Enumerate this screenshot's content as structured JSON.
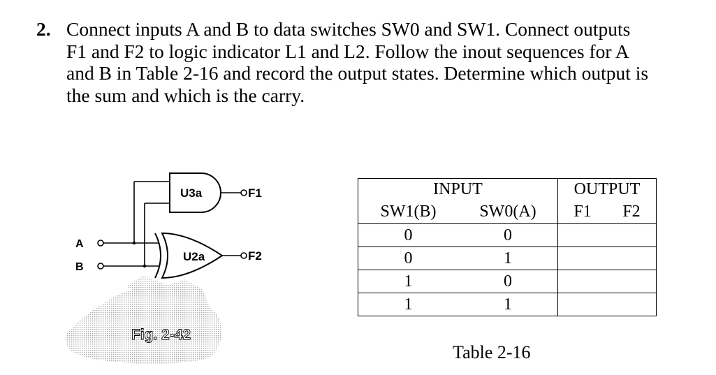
{
  "problem": {
    "number": "2.",
    "lines": [
      "Connect inputs A and B to data switches SW0 and SW1. Connect outputs",
      "F1 and F2 to logic indicator L1 and L2. Follow the inout sequences for A",
      "and B in Table 2-16 and record the output states. Determine which output is",
      "the sum and which is the carry."
    ]
  },
  "diagram": {
    "gates": {
      "and": "U3a",
      "xor": "U2a"
    },
    "inputs": {
      "a": "A",
      "b": "B"
    },
    "outputs": {
      "f1": "F1",
      "f2": "F2"
    },
    "caption": "Fig. 2-42"
  },
  "table": {
    "group_input": "INPUT",
    "group_output": "OUTPUT",
    "columns": [
      "SW1(B)",
      "SW0(A)",
      "F1",
      "F2"
    ],
    "rows": [
      [
        "0",
        "0",
        "",
        ""
      ],
      [
        "0",
        "1",
        "",
        ""
      ],
      [
        "1",
        "0",
        "",
        ""
      ],
      [
        "1",
        "1",
        "",
        ""
      ]
    ],
    "caption": "Table 2-16"
  }
}
